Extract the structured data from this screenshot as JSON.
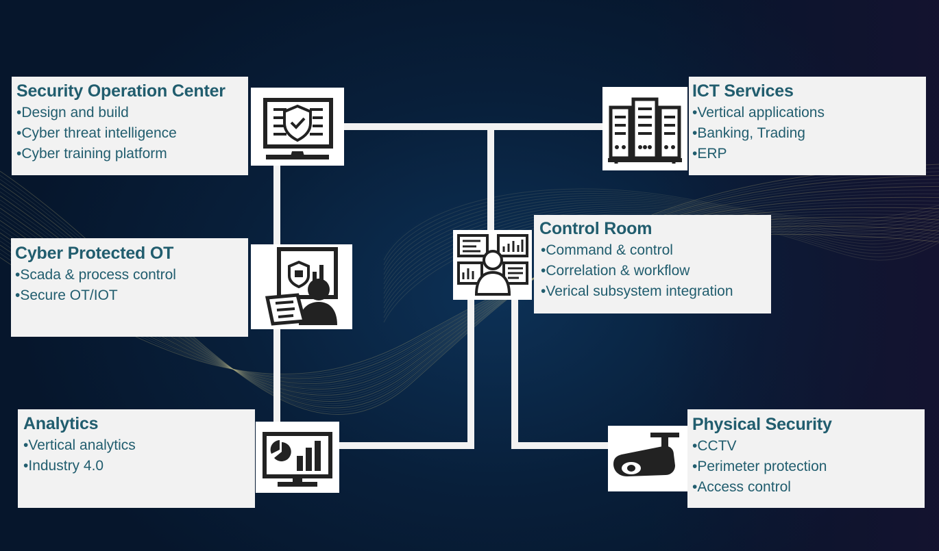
{
  "colors": {
    "card_bg": "#f2f2f2",
    "title": "#215d6e",
    "connector": "#f2f2f2",
    "background": "#0a2341"
  },
  "nodes": {
    "soc": {
      "title": "Security Operation Center",
      "items": [
        "Design and build",
        "Cyber threat intelligence",
        "Cyber training platform"
      ],
      "icon": "security-monitor-icon"
    },
    "ot": {
      "title": "Cyber Protected OT",
      "items": [
        "Scada & process control",
        "Secure OT/IOT"
      ],
      "icon": "ot-operator-icon"
    },
    "analytics": {
      "title": "Analytics",
      "items": [
        "Vertical analytics",
        "Industry 4.0"
      ],
      "icon": "analytics-monitor-icon"
    },
    "ict": {
      "title": "ICT Services",
      "items": [
        "Vertical applications",
        "Banking, Trading",
        "ERP"
      ],
      "icon": "server-rack-icon"
    },
    "control": {
      "title": "Control Room",
      "items": [
        "Command & control",
        "Correlation & workflow",
        "Verical subsystem integration"
      ],
      "icon": "control-room-icon"
    },
    "physical": {
      "title": "Physical Security",
      "items": [
        "CCTV",
        "Perimeter protection",
        "Access control"
      ],
      "icon": "cctv-camera-icon"
    }
  }
}
